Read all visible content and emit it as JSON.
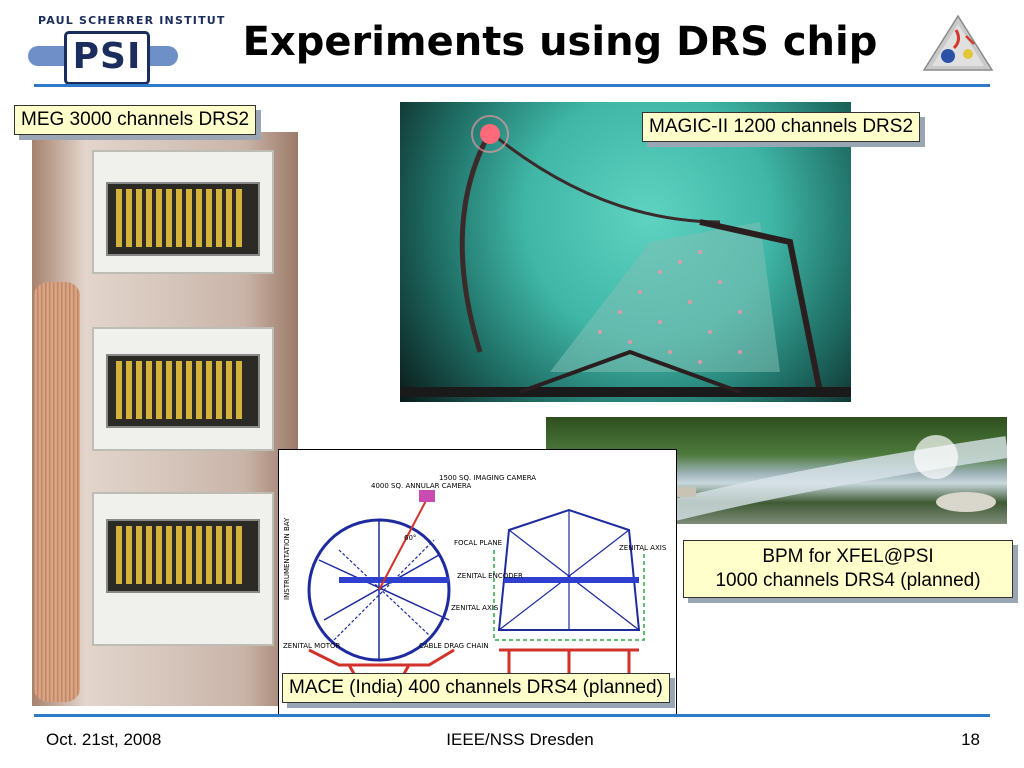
{
  "header": {
    "institute_name": "PAUL SCHERRER INSTITUT",
    "institute_logo_text": "PSI",
    "title": "Experiments using DRS chip"
  },
  "labels": {
    "meg": "MEG 3000 channels DRS2",
    "magic": "MAGIC-II 1200 channels DRS2",
    "mace": "MACE (India) 400 channels DRS4 (planned)",
    "bpm_line1": "BPM for XFEL@PSI",
    "bpm_line2": "1000 channels DRS4 (planned)"
  },
  "drawing": {
    "camera_annular": "4000 SQ. ANNULAR CAMERA",
    "camera_imaging": "1500 SQ. IMAGING CAMERA",
    "focal_plane": "FOCAL PLANE",
    "zenital_encoder": "ZENITAL ENCODER",
    "zenital_axis": "ZENITAL AXIS",
    "zenital_axis_right": "ZENITAL AXIS",
    "zenital_motor": "ZENITAL MOTOR",
    "cable_drag_chain": "CABLE DRAG CHAIN",
    "instrumentation_bay": "INSTRUMENTATION BAY",
    "angle": "60°"
  },
  "footer": {
    "date": "Oct. 21st, 2008",
    "conference": "IEEE/NSS Dresden",
    "page_number": "18"
  },
  "colors": {
    "accent_rule": "#2e79c9",
    "label_fill": "#ffffcc",
    "label_shadow": "#9aa6b4",
    "psi_blue": "#1b2d5c"
  },
  "icons": {
    "corner_logo": "particle-triangle-icon"
  }
}
